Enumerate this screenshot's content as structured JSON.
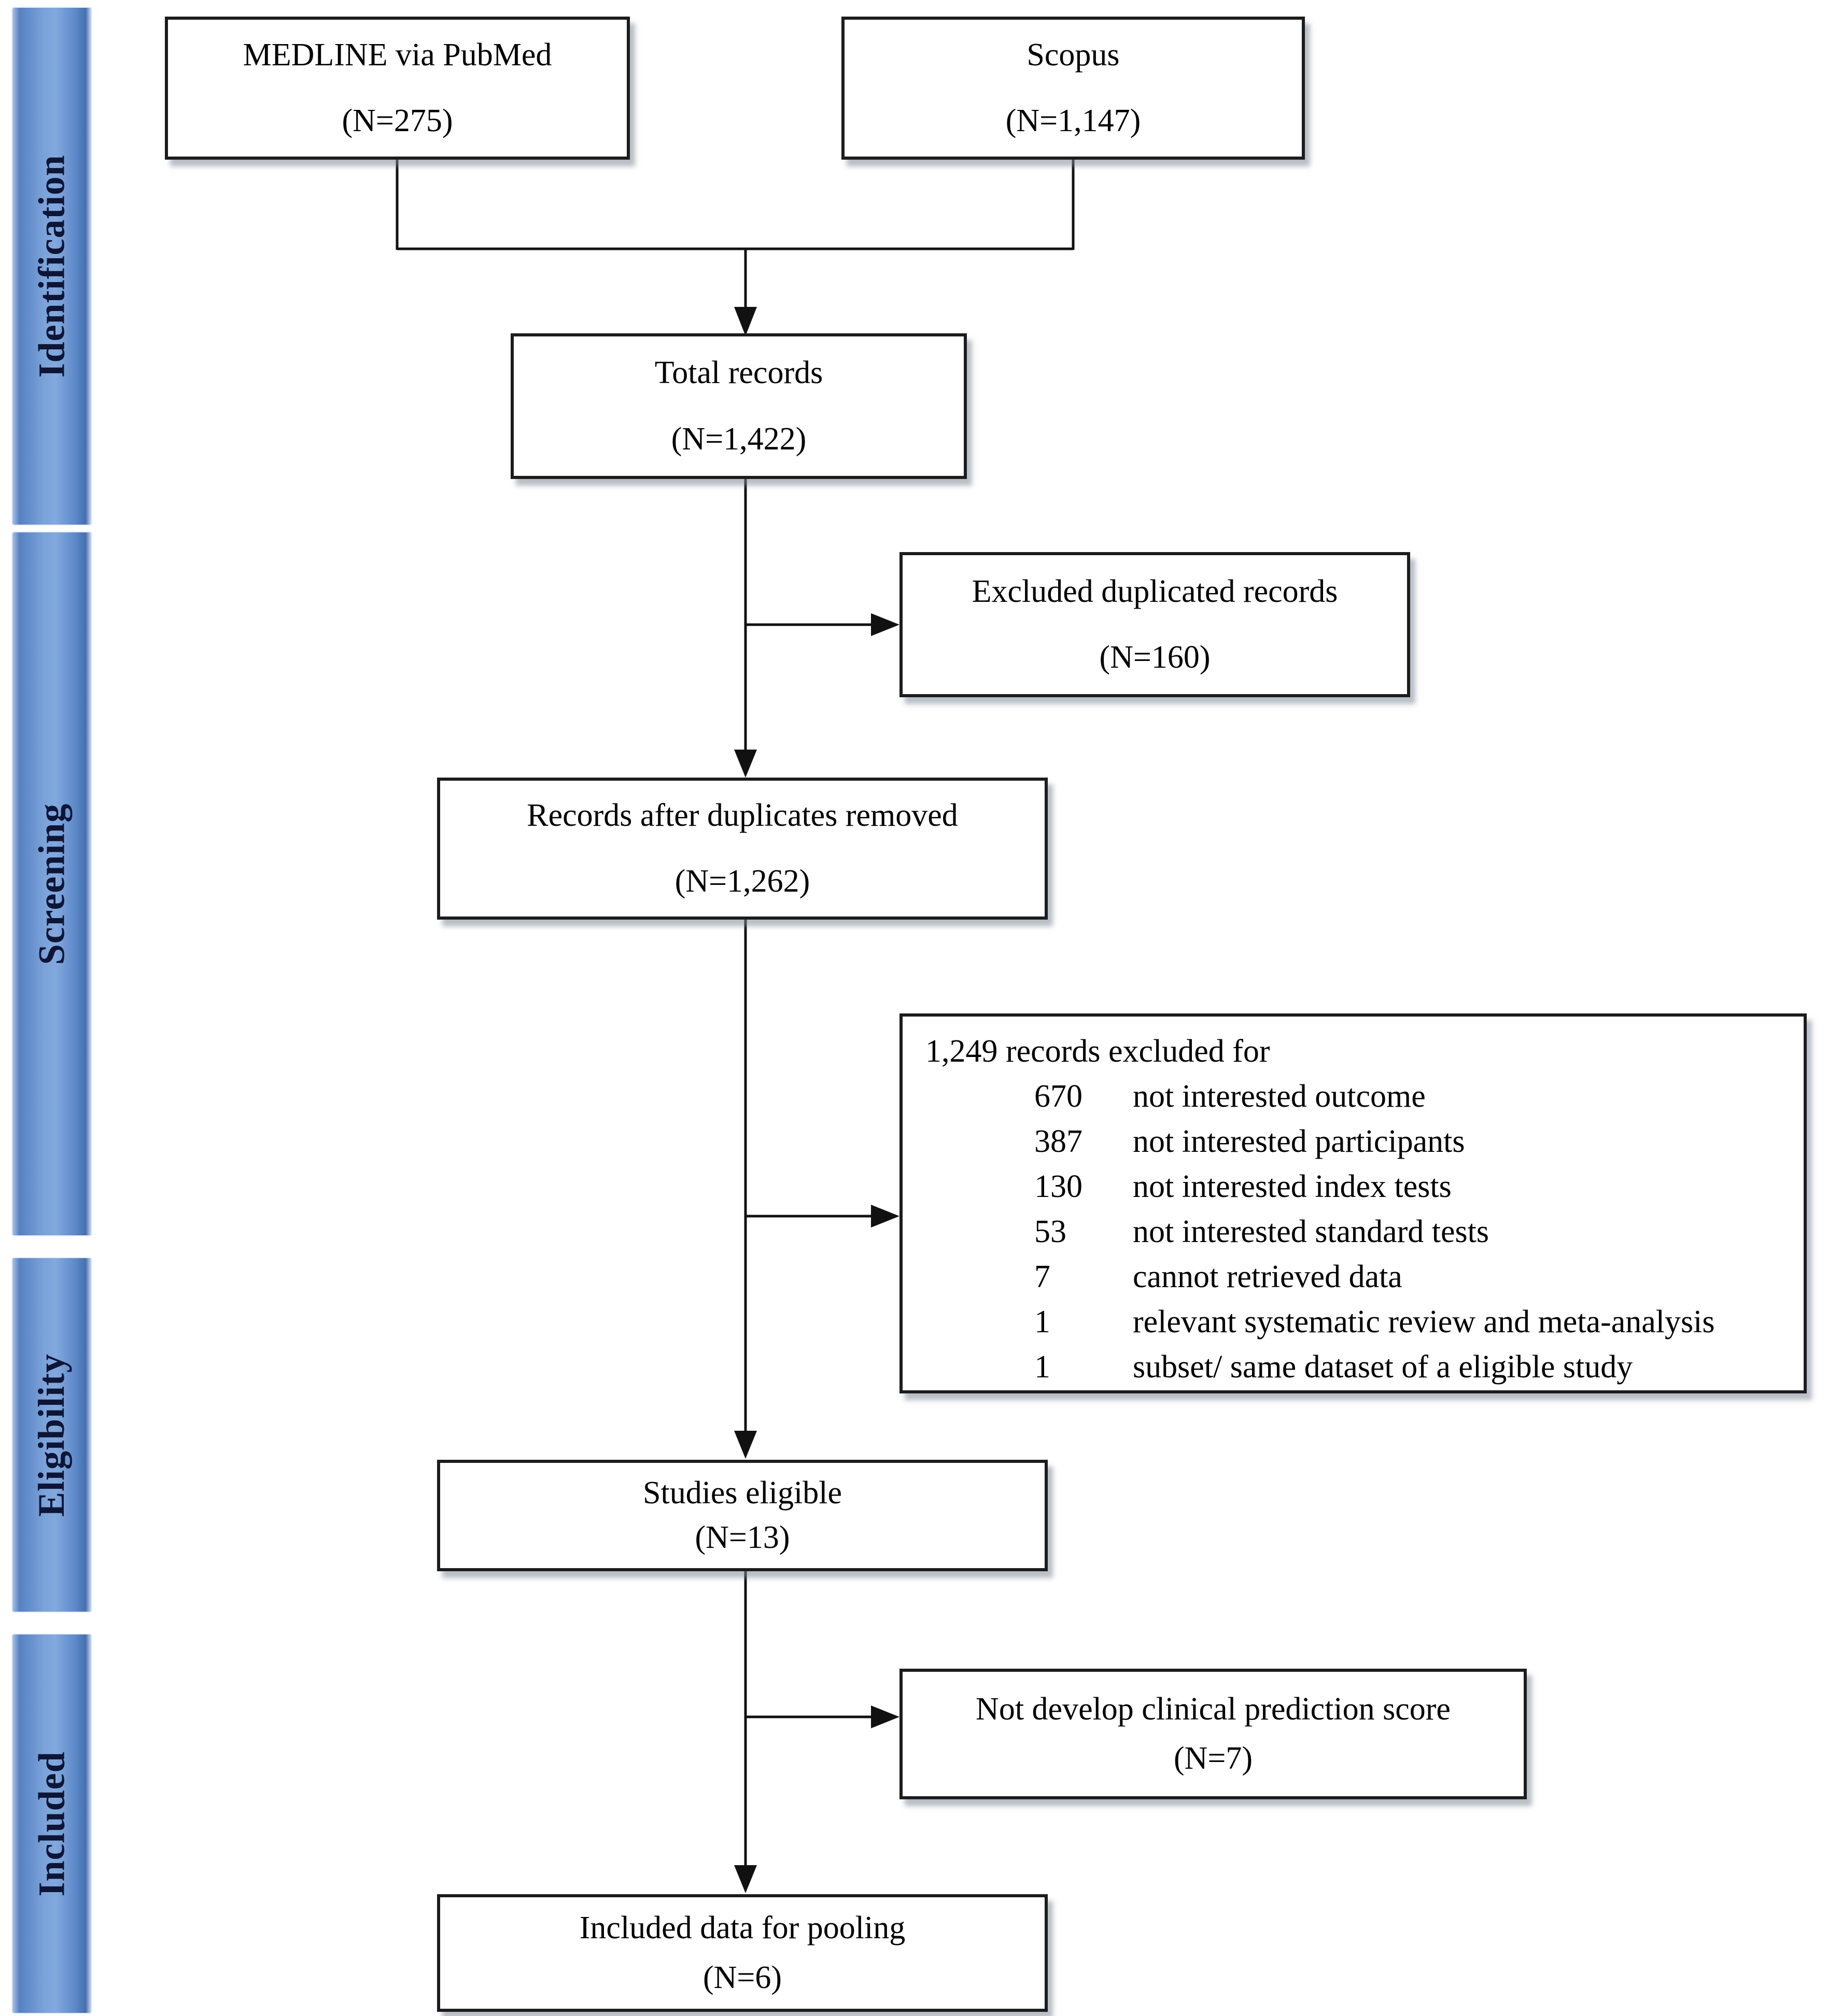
{
  "stages": [
    {
      "label": "Identification"
    },
    {
      "label": "Screening"
    },
    {
      "label": "Eligibility"
    },
    {
      "label": "Included"
    }
  ],
  "boxes": {
    "medline": {
      "line1": "MEDLINE via PubMed",
      "line2": "(N=275)"
    },
    "scopus": {
      "line1": "Scopus",
      "line2": "(N=1,147)"
    },
    "total_records": {
      "line1": "Total records",
      "line2": "(N=1,422)"
    },
    "excluded_duplicates": {
      "line1": "Excluded duplicated records",
      "line2": "(N=160)"
    },
    "after_duplicates": {
      "line1": "Records after duplicates removed",
      "line2": "(N=1,262)"
    },
    "excluded_screening": {
      "header": "1,249 records excluded for",
      "reasons": [
        {
          "count": "670",
          "reason": "not interested outcome"
        },
        {
          "count": "387",
          "reason": "not interested participants"
        },
        {
          "count": "130",
          "reason": "not interested index tests"
        },
        {
          "count": "53",
          "reason": "not interested standard tests"
        },
        {
          "count": "7",
          "reason": "cannot retrieved data"
        },
        {
          "count": "1",
          "reason": "relevant systematic review and meta-analysis"
        },
        {
          "count": "1",
          "reason": "subset/ same dataset of a eligible study"
        }
      ]
    },
    "studies_eligible": {
      "line1": "Studies eligible",
      "line2": "(N=13)"
    },
    "not_develop": {
      "line1": "Not develop clinical prediction score",
      "line2": "(N=7)"
    },
    "included_pooling": {
      "line1": "Included data for pooling",
      "line2": "(N=6)"
    }
  },
  "colors": {
    "stage_bar_blue": "#6f9dd9",
    "stage_text": "#0e1535",
    "box_border": "#1c1c1c",
    "box_shadow_gray": "#7d8998",
    "connector": "#111111"
  }
}
